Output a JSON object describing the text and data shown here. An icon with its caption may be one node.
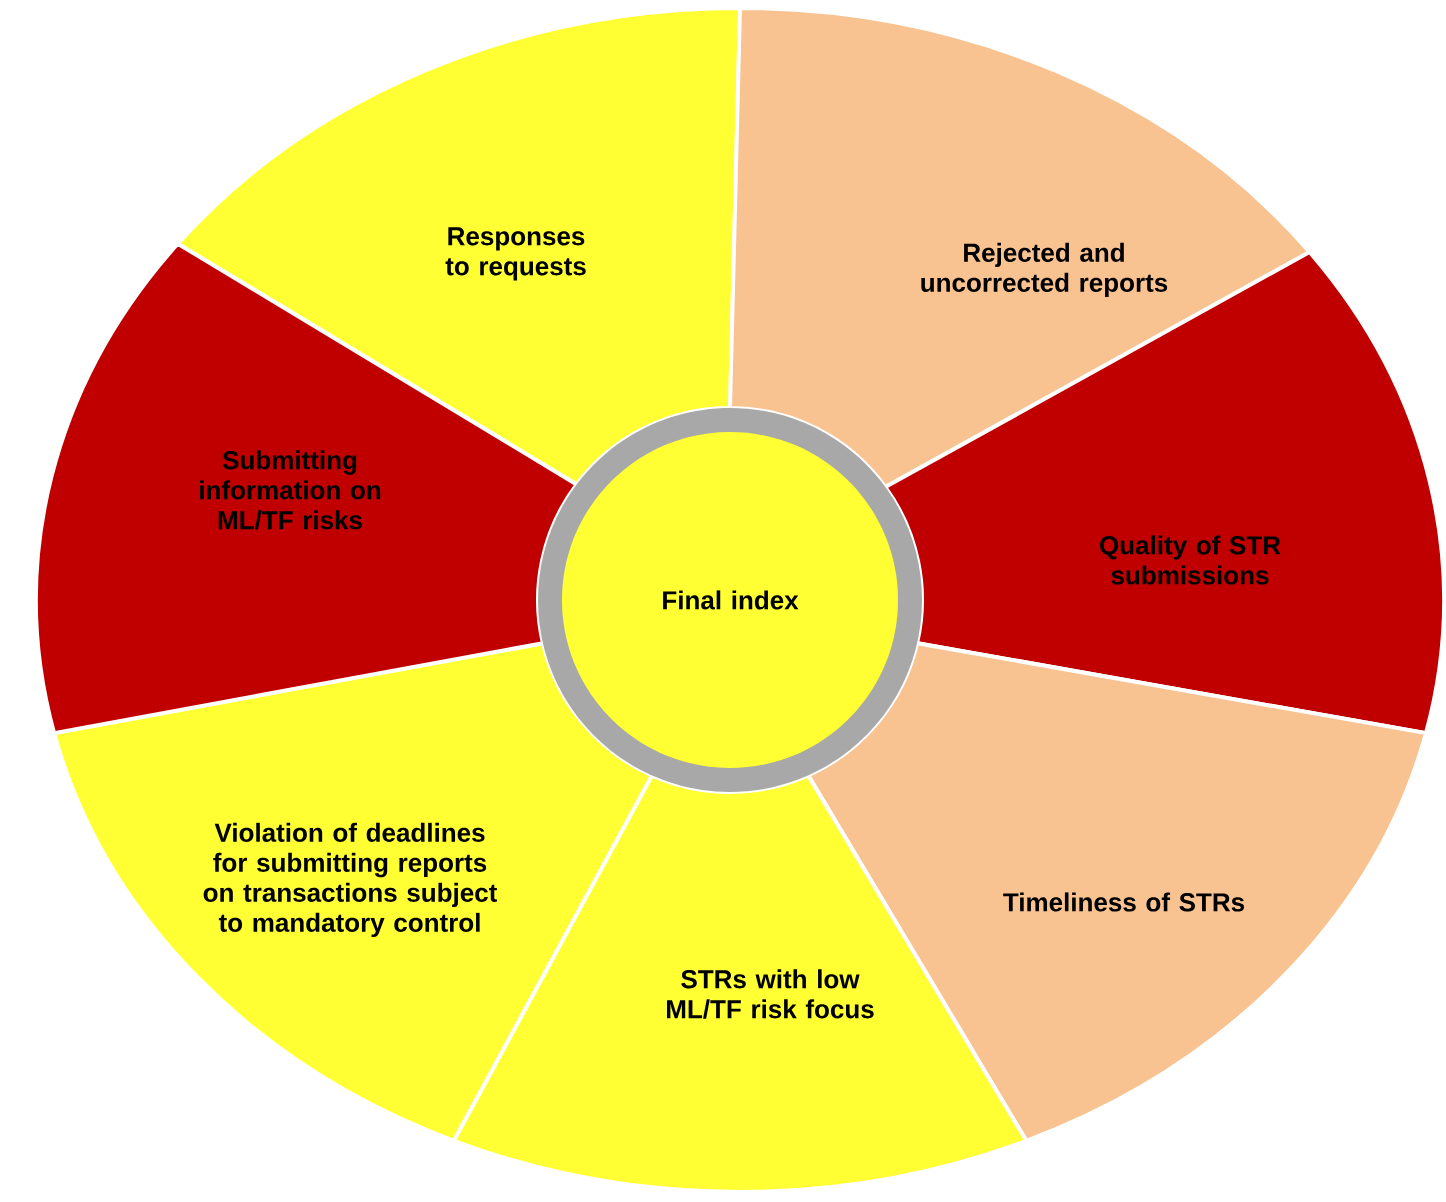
{
  "diagram": {
    "nodes": [
      {
        "text": [
          "Final index"
        ]
      },
      {
        "text": [
          "Responses to requests"
        ]
      },
      {
        "text": [
          "Rejected and uncorrected reports"
        ]
      },
      {
        "text": [
          "Quality of STR submissions"
        ]
      },
      {
        "text": [
          "Timeliness of STRs"
        ]
      },
      {
        "text": [
          "STRs with low ML/TF risk focus"
        ]
      },
      {
        "text": [
          "Violation of deadlines for submitting reports on transactions subject to mandatory control"
        ]
      },
      {
        "text": [
          "Submitting information on ML/TF risks"
        ]
      }
    ]
  }
}
